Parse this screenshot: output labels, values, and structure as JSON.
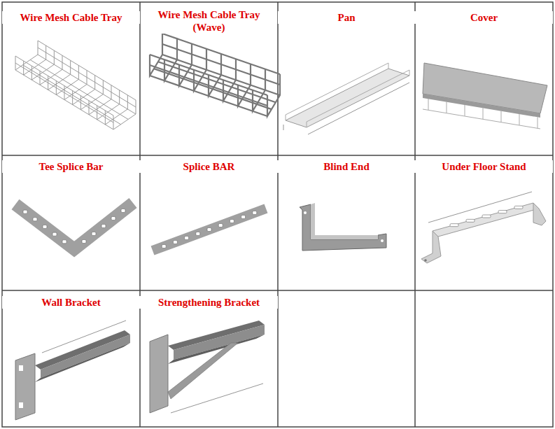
{
  "diagram": {
    "labels": [
      "Wire Mesh Cable Tray",
      "Wire Mesh Cable Tray (Wave)",
      "Pan",
      "Cover",
      "Tee Splice Bar",
      "Splice BAR",
      "Blind End",
      "Under Floor Stand",
      "Wall Bracket",
      "Strengthening Bracket"
    ]
  }
}
